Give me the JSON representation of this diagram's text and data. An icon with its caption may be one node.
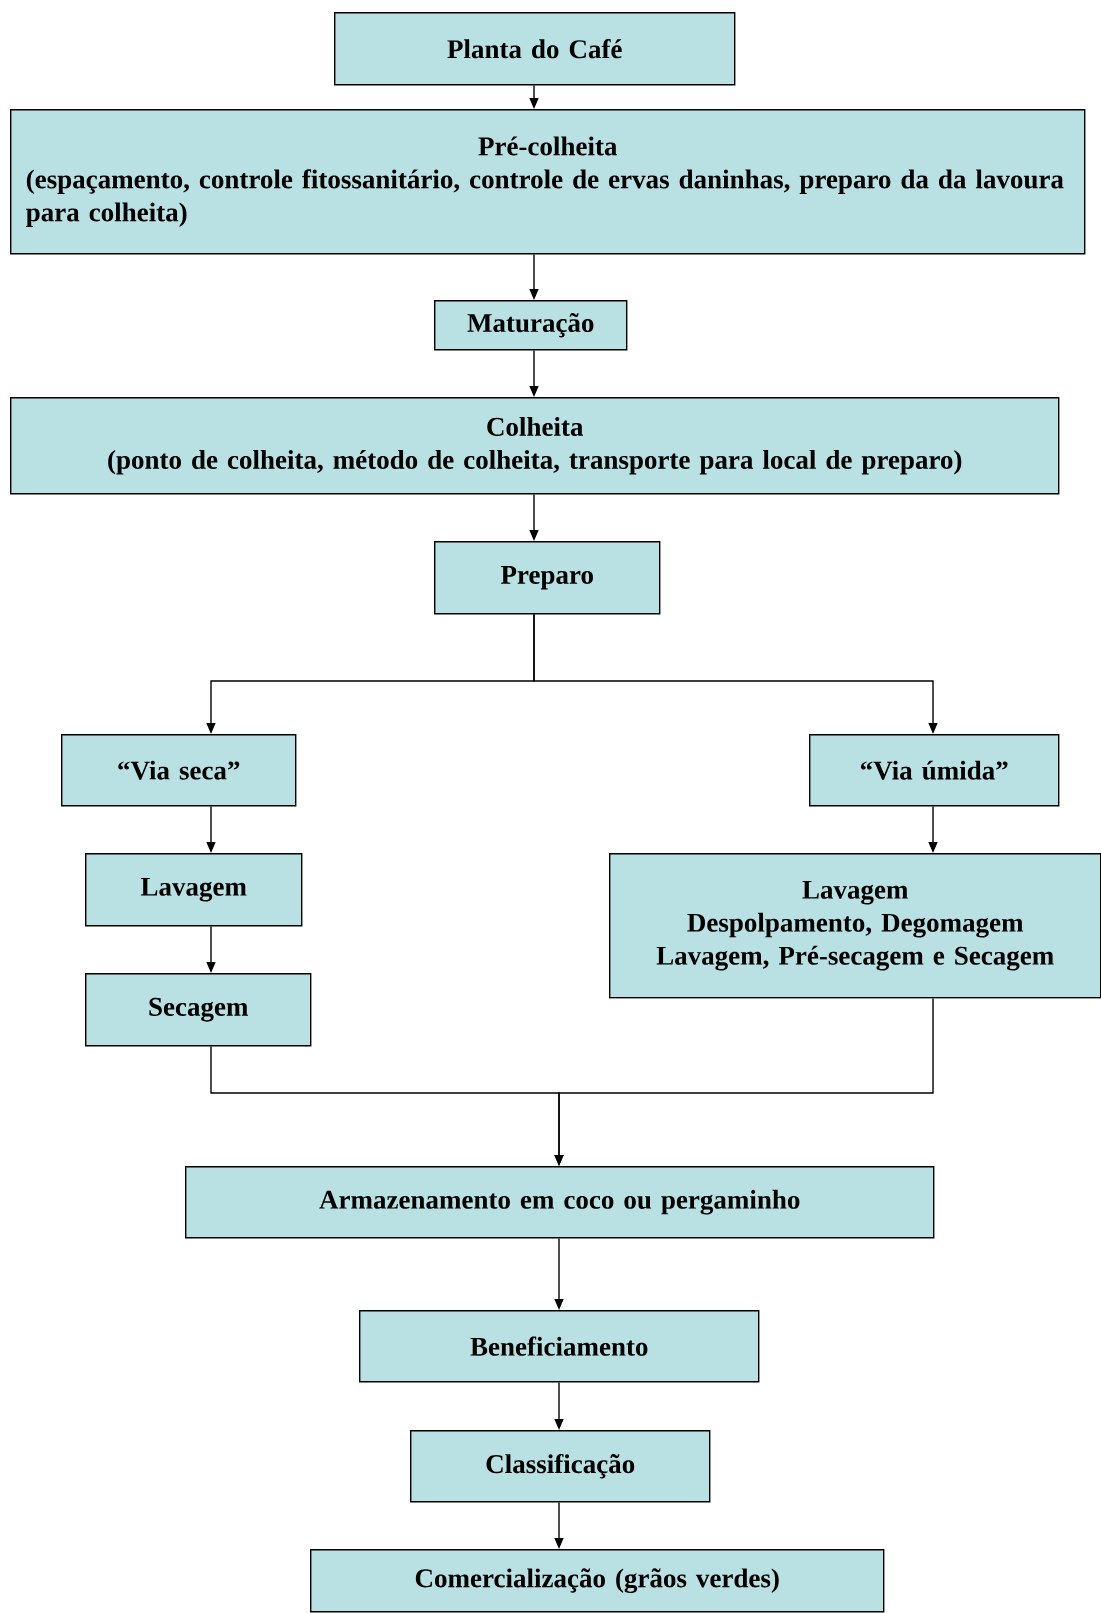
{
  "diagram": {
    "nodes": [
      {
        "text": [
          "Planta do  Café"
        ]
      },
      {
        "text": [
          "Pré-colheita",
          "(espaçamento, controle fitossanitário, controle de ervas daninhas, preparo da da lavoura para colheita)"
        ]
      },
      {
        "text": [
          "Maturação"
        ]
      },
      {
        "text": [
          "Colheita",
          "(ponto de colheita, método de colheita, transporte para local de preparo)"
        ]
      },
      {
        "text": [
          "Preparo"
        ]
      },
      {
        "text": [
          "“Via seca”"
        ]
      },
      {
        "text": [
          "“Via úmida”"
        ]
      },
      {
        "text": [
          "Lavagem"
        ]
      },
      {
        "text": [
          "Lavagem",
          "Despolpamento, Degomagem",
          "Lavagem, Pré-secagem e Secagem"
        ]
      },
      {
        "text": [
          "Secagem"
        ]
      },
      {
        "text": [
          "Armazenamento em coco ou pergaminho"
        ]
      },
      {
        "text": [
          "Beneficiamento"
        ]
      },
      {
        "text": [
          "Classificação"
        ]
      },
      {
        "text": [
          "Comercialização (grãos verdes)"
        ]
      }
    ],
    "edges": [
      {
        "from": 0,
        "to": 1,
        "arrow": "to"
      },
      {
        "from": 1,
        "to": 2,
        "arrow": "to"
      },
      {
        "from": 2,
        "to": 3,
        "arrow": "to"
      },
      {
        "from": 3,
        "to": 4,
        "arrow": "to"
      },
      {
        "from": 4,
        "to": 5,
        "arrow": "to"
      },
      {
        "from": 4,
        "to": 6,
        "arrow": "to"
      },
      {
        "from": 5,
        "to": 7,
        "arrow": "to"
      },
      {
        "from": 7,
        "to": 9,
        "arrow": "to"
      },
      {
        "from": 6,
        "to": 8,
        "arrow": "to"
      },
      {
        "from": 9,
        "to": 10,
        "arrow": "to"
      },
      {
        "from": 8,
        "to": 10,
        "arrow": "to"
      },
      {
        "from": 10,
        "to": 11,
        "arrow": "to"
      },
      {
        "from": 11,
        "to": 12,
        "arrow": "to"
      },
      {
        "from": 12,
        "to": 13,
        "arrow": "to"
      }
    ]
  }
}
